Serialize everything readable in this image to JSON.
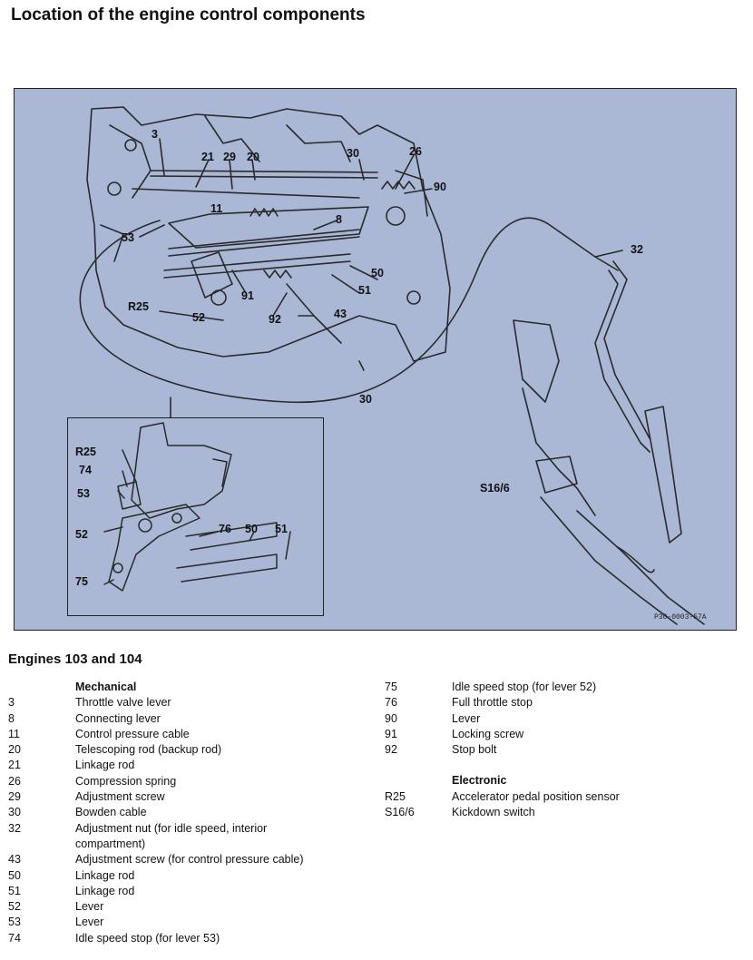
{
  "title": "Location of the engine control components",
  "figure_code": "P30-0003-57A",
  "callouts": {
    "c3": "3",
    "c21": "21",
    "c29": "29",
    "c20": "20",
    "c30a": "30",
    "c26": "26",
    "c90": "90",
    "c11": "11",
    "c8": "8",
    "c53": "53",
    "c32": "32",
    "c50": "50",
    "c51": "51",
    "c91": "91",
    "cR25": "R25",
    "c92": "92",
    "c43": "43",
    "c52": "52",
    "c30b": "30",
    "cS16": "S16/6"
  },
  "inset_callouts": {
    "R25": "R25",
    "c74": "74",
    "c53": "53",
    "c52": "52",
    "c76": "76",
    "c50": "50",
    "c51": "51",
    "c75": "75"
  },
  "subtitle": "Engines 103 and 104",
  "legend_left": {
    "header": "Mechanical",
    "items": [
      {
        "num": "3",
        "text": "Throttle valve lever"
      },
      {
        "num": "8",
        "text": "Connecting lever"
      },
      {
        "num": "11",
        "text": "Control pressure cable"
      },
      {
        "num": "20",
        "text": "Telescoping rod (backup rod)"
      },
      {
        "num": "21",
        "text": "Linkage rod"
      },
      {
        "num": "26",
        "text": "Compression spring"
      },
      {
        "num": "29",
        "text": "Adjustment screw"
      },
      {
        "num": "30",
        "text": "Bowden cable"
      },
      {
        "num": "32",
        "text": "Adjustment nut (for idle speed, interior"
      },
      {
        "num": "",
        "text": "compartment)"
      },
      {
        "num": "43",
        "text": "Adjustment screw (for control pressure cable)"
      },
      {
        "num": "50",
        "text": "Linkage rod"
      },
      {
        "num": "51",
        "text": "Linkage rod"
      },
      {
        "num": "52",
        "text": "Lever"
      },
      {
        "num": "53",
        "text": "Lever"
      },
      {
        "num": "74",
        "text": "Idle speed stop (for lever 53)"
      }
    ]
  },
  "legend_right": {
    "items": [
      {
        "num": "75",
        "text": "Idle speed stop (for lever 52)"
      },
      {
        "num": "76",
        "text": "Full throttle stop"
      },
      {
        "num": "90",
        "text": "Lever"
      },
      {
        "num": "91",
        "text": "Locking screw"
      },
      {
        "num": "92",
        "text": "Stop bolt"
      }
    ],
    "header2": "Electronic",
    "items2": [
      {
        "num": "R25",
        "text": "Accelerator pedal position sensor"
      },
      {
        "num": "S16/6",
        "text": "Kickdown switch"
      }
    ]
  }
}
